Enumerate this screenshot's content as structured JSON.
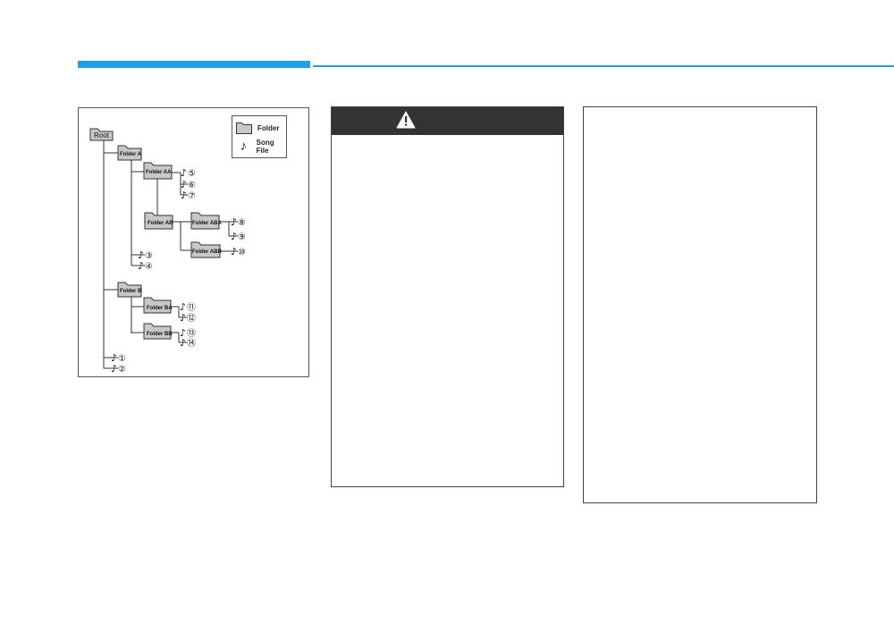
{
  "legend": {
    "folder_label": "Folder",
    "song_label": "Song File",
    "note_glyph": "♪"
  },
  "tree": {
    "root": "Root",
    "folders": [
      {
        "id": "fa",
        "label": "Folder A"
      },
      {
        "id": "faa",
        "label": "Folder AA"
      },
      {
        "id": "fab",
        "label": "Folder AB"
      },
      {
        "id": "faba",
        "label": "Folder ABA"
      },
      {
        "id": "fabb",
        "label": "Folder ABB"
      },
      {
        "id": "fb",
        "label": "Folder B"
      },
      {
        "id": "fba",
        "label": "Folder BA"
      },
      {
        "id": "fbb",
        "label": "Folder BB"
      }
    ],
    "songs": [
      {
        "id": "s5",
        "num": "⑤"
      },
      {
        "id": "s6",
        "num": "⑥"
      },
      {
        "id": "s7",
        "num": "⑦"
      },
      {
        "id": "s8",
        "num": "⑧"
      },
      {
        "id": "s9",
        "num": "⑨"
      },
      {
        "id": "s10",
        "num": "⑩"
      },
      {
        "id": "s3",
        "num": "③"
      },
      {
        "id": "s4",
        "num": "④"
      },
      {
        "id": "s11",
        "num": "⑪"
      },
      {
        "id": "s12",
        "num": "⑫"
      },
      {
        "id": "s13",
        "num": "⑬"
      },
      {
        "id": "s14",
        "num": "⑭"
      },
      {
        "id": "s1",
        "num": "①"
      },
      {
        "id": "s2",
        "num": "②"
      }
    ]
  },
  "colors": {
    "accent": "#1ea0e6",
    "folder_fill": "#c8c8c8",
    "warning_header": "#333333"
  }
}
